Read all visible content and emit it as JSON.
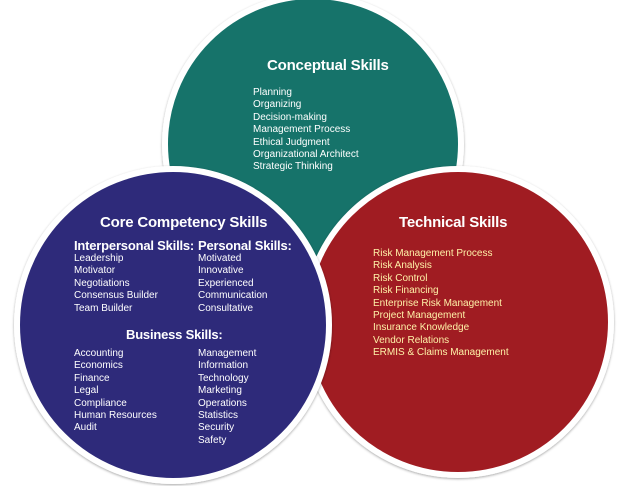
{
  "conceptual": {
    "title": "Conceptual Skills",
    "items": [
      "Planning",
      "Organizing",
      "Decision-making",
      "Management Process",
      "Ethical Judgment",
      "Organizational Architect",
      "Strategic Thinking"
    ]
  },
  "technical": {
    "title": "Technical Skills",
    "items": [
      "Risk Management Process",
      "Risk Analysis",
      "Risk Control",
      "Risk Financing",
      "Enterprise Risk Management",
      "Project Management",
      "Insurance Knowledge",
      "Vendor Relations",
      "ERMIS & Claims Management"
    ]
  },
  "core": {
    "title": "Core Competency Skills",
    "interpersonal": {
      "title": "Interpersonal Skills:",
      "items": [
        "Leadership",
        "Motivator",
        "Negotiations",
        "Consensus Builder",
        "Team Builder"
      ]
    },
    "personal": {
      "title": "Personal Skills:",
      "items": [
        "Motivated",
        "Innovative",
        "Experienced",
        "Communication",
        "Consultative"
      ]
    },
    "business": {
      "title": "Business Skills:",
      "left_items": [
        "Accounting",
        "Economics",
        "Finance",
        "Legal",
        "Compliance",
        "Human Resources",
        "Audit"
      ],
      "right_items": [
        "Management",
        "Information",
        "Technology",
        "Marketing",
        "Operations",
        "Statistics",
        "Security",
        "Safety"
      ]
    }
  },
  "colors": {
    "conceptual": "#12736a",
    "technical": "#a01c22",
    "core": "#2d2c7a",
    "technical_text": "#fff2a8"
  }
}
